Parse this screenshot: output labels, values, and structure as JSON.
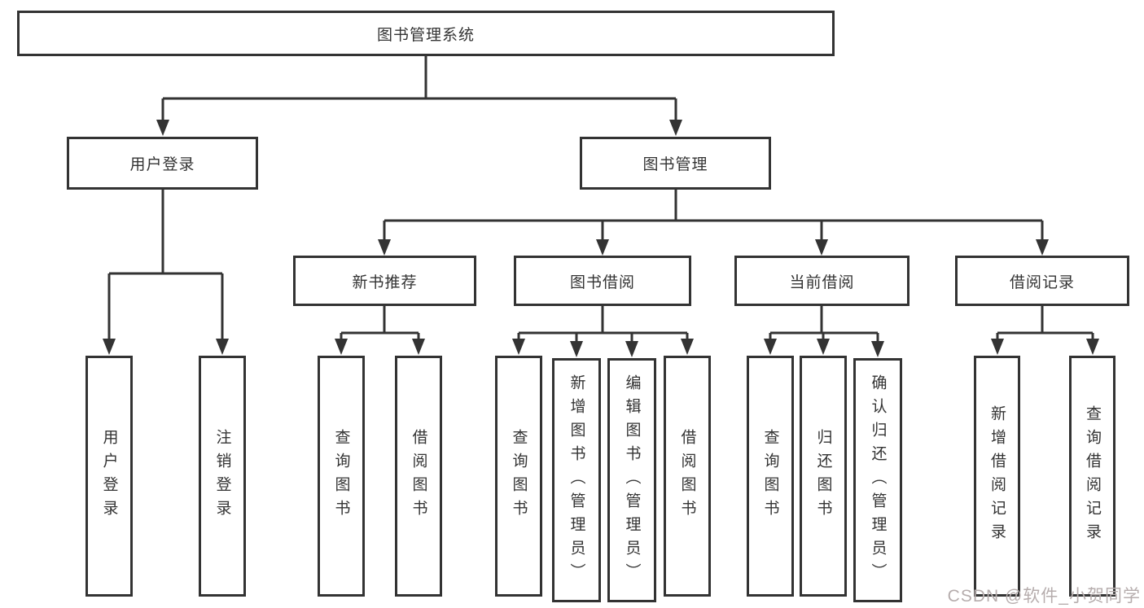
{
  "diagram": {
    "type": "hierarchy",
    "nodes": {
      "root": "图书管理系统",
      "user_login": "用户登录",
      "book_management": "图书管理",
      "new_book_recommend": "新书推荐",
      "book_borrow": "图书借阅",
      "current_borrow": "当前借阅",
      "borrow_record": "借阅记录",
      "leaf_user_login": "用户登录",
      "leaf_logout": "注销登录",
      "leaf_nb_query_book": "查询图书",
      "leaf_nb_borrow_book": "借阅图书",
      "leaf_bb_query_book": "查询图书",
      "leaf_bb_add_book": "新增图书（管理员）",
      "leaf_bb_edit_book": "编辑图书（管理员）",
      "leaf_bb_borrow_book": "借阅图书",
      "leaf_cb_query_book": "查询图书",
      "leaf_cb_return_book": "归还图书",
      "leaf_cb_confirm_return": "确认归还（管理员）",
      "leaf_br_add_record": "新增借阅记录",
      "leaf_br_query_record": "查询借阅记录"
    },
    "edges": [
      [
        "图书管理系统",
        "用户登录"
      ],
      [
        "图书管理系统",
        "图书管理"
      ],
      [
        "用户登录",
        "用户登录"
      ],
      [
        "用户登录",
        "注销登录"
      ],
      [
        "图书管理",
        "新书推荐"
      ],
      [
        "图书管理",
        "图书借阅"
      ],
      [
        "图书管理",
        "当前借阅"
      ],
      [
        "图书管理",
        "借阅记录"
      ],
      [
        "新书推荐",
        "查询图书"
      ],
      [
        "新书推荐",
        "借阅图书"
      ],
      [
        "图书借阅",
        "查询图书"
      ],
      [
        "图书借阅",
        "新增图书（管理员）"
      ],
      [
        "图书借阅",
        "编辑图书（管理员）"
      ],
      [
        "图书借阅",
        "借阅图书"
      ],
      [
        "当前借阅",
        "查询图书"
      ],
      [
        "当前借阅",
        "归还图书"
      ],
      [
        "当前借阅",
        "确认归还（管理员）"
      ],
      [
        "借阅记录",
        "新增借阅记录"
      ],
      [
        "借阅记录",
        "查询借阅记录"
      ]
    ]
  },
  "colors": {
    "line": "#333333",
    "box_border": "#333333",
    "text": "#333333",
    "background": "#ffffff",
    "watermark": "#b6adad"
  },
  "watermark": {
    "text": "CSDN @软件_小贺同学"
  }
}
